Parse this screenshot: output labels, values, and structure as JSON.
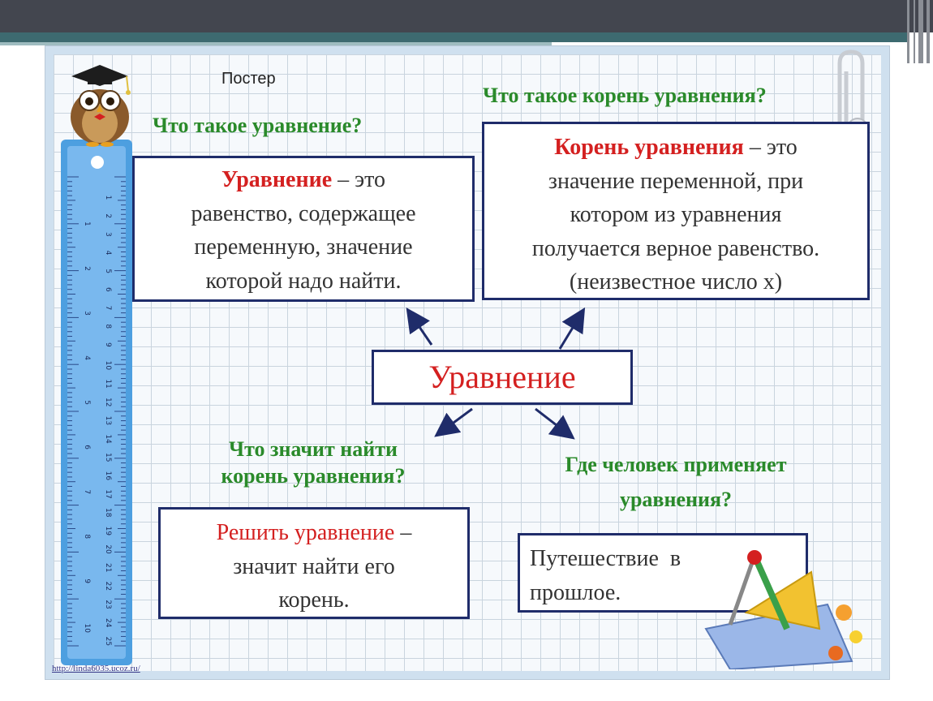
{
  "poster_caption": "Постер",
  "questions": {
    "what_is_equation": "Что такое уравнение?",
    "what_is_root": "Что такое корень уравнения?",
    "what_means_find_root_line1": "Что значит найти",
    "what_means_find_root_line2": "корень уравнения?",
    "where_used_line1": "Где человек применяет",
    "where_used_line2": "уравнения?"
  },
  "center": {
    "label": "Уравнение"
  },
  "definitions": {
    "equation": {
      "term": "Уравнение",
      "dash": " – это",
      "lines": [
        "равенство, содержащее",
        "переменную, значение",
        "которой надо найти."
      ]
    },
    "root": {
      "term": "Корень уравнения",
      "dash": " – это",
      "lines": [
        "значение переменной, при",
        "котором из уравнения",
        "получается верное равенство.",
        "(неизвестное число х)"
      ]
    },
    "solve": {
      "term": "Решить уравнение",
      "dash": " –",
      "lines": [
        "значит найти его",
        "корень."
      ]
    },
    "usage": {
      "lines": [
        "Путешествие  в",
        "прошлое."
      ]
    }
  },
  "ruler": {
    "cm_labels": [
      "1",
      "2",
      "3",
      "4",
      "5",
      "6",
      "7",
      "8",
      "9",
      "10"
    ],
    "mm_labels": [
      "1",
      "2",
      "3",
      "4",
      "5",
      "6",
      "7",
      "8",
      "9",
      "10",
      "11",
      "12",
      "13",
      "14",
      "15",
      "16",
      "17",
      "18",
      "19",
      "20",
      "21",
      "22",
      "23",
      "24",
      "25"
    ]
  },
  "source_url": "http://linda6035.ucoz.ru/",
  "colors": {
    "question_green": "#2a8a2a",
    "term_red": "#d42020",
    "box_border": "#1f2c6a",
    "ruler_blue": "#4d9fe0"
  },
  "icons": [
    "owl-icon",
    "paperclip-icon",
    "geometry-tools-icon",
    "ruler-icon"
  ]
}
